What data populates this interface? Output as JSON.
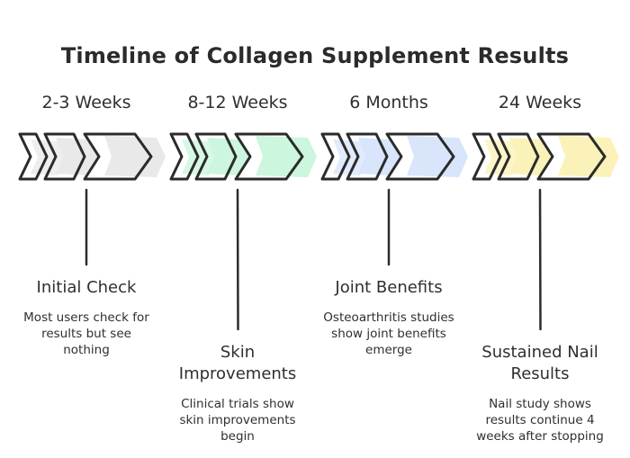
{
  "title": "Timeline of Collagen Supplement Results",
  "stages": [
    {
      "period": "2-3 Weeks",
      "heading": "Initial Check",
      "description": "Most users check for results but see nothing",
      "color": "#e8e8e8"
    },
    {
      "period": "8-12 Weeks",
      "heading": "Skin Improvements",
      "description": "Clinical trials show skin improvements begin",
      "color": "#c9f5dc"
    },
    {
      "period": "6 Months",
      "heading": "Joint Benefits",
      "description": "Osteoarthritis studies show joint benefits emerge",
      "color": "#d6e4fb"
    },
    {
      "period": "24 Weeks",
      "heading": "Sustained Nail Results",
      "description": "Nail study shows results continue 4 weeks after stopping",
      "color": "#fbf1b6"
    }
  ]
}
